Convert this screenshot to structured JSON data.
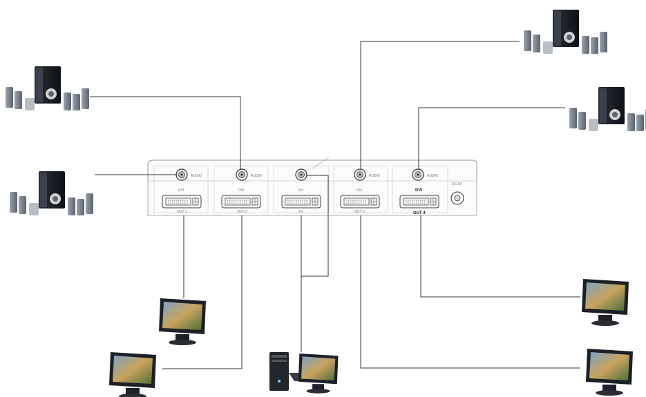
{
  "device": {
    "ports": [
      {
        "audio_label": "AUDIO",
        "dvi_label": "DVI",
        "bottom_label": "OUT 1"
      },
      {
        "audio_label": "AUDIO",
        "dvi_label": "DVI",
        "bottom_label": "OUT 2"
      },
      {
        "audio_label": "",
        "dvi_label": "DVI",
        "bottom_label": "IN"
      },
      {
        "audio_label": "AUDIO",
        "dvi_label": "DVI",
        "bottom_label": "OUT 3"
      },
      {
        "audio_label": "AUDIO",
        "dvi_label": "DVI",
        "bottom_label": "OUT 4"
      }
    ],
    "power_label": "DC 5V"
  },
  "icons": {
    "speaker": "speaker-system-icon",
    "monitor": "lcd-monitor-icon",
    "computer": "desktop-computer-icon"
  }
}
